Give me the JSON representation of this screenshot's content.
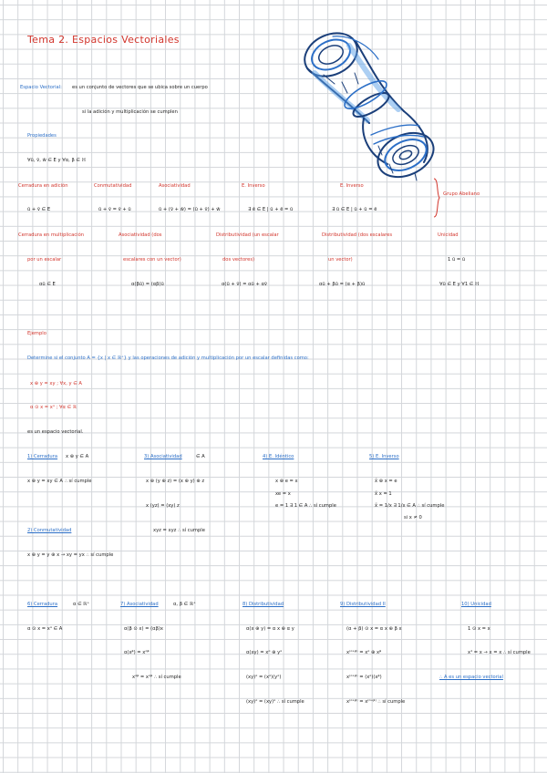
{
  "title": "Tema 2. Espacios Vectoriales",
  "definition": {
    "term": "Espacio Vectorial:",
    "line1": "es un conjunto de vectores que se ubica sobre un cuerpo",
    "line2": "si la adición y multiplicación se cumplen"
  },
  "properties_heading": "Propiedades",
  "quantifiers": "∀ū, v̄, w̄ ∈ E y ∀α, β ∈ ℍ",
  "props_row1": [
    {
      "name": "Cerradura en adición",
      "formula": "ū + v̄ ∈ E"
    },
    {
      "name": "Conmutatividad",
      "formula": "ū + v̄ = v̄ + ū"
    },
    {
      "name": "Asociatividad",
      "formula": "ū + (v̄ + w̄) = (ū + v̄) + w̄"
    },
    {
      "name": "E. Inverso",
      "formula": "∃ ē ∈ E | ū + ē = ū"
    },
    {
      "name": "E. Inverso",
      "formula": "∃ ū ∈ E | ū + ū = ē"
    }
  ],
  "brace_label": "Grupo Abeliano",
  "props_row2": [
    {
      "name": "Cerradura en multiplicación",
      "name2": "por un escalar",
      "formula": "αū ∈ E"
    },
    {
      "name": "Asociatividad (dos",
      "name2": "escalares con un vector)",
      "formula": "α(βū) = (αβ)ū"
    },
    {
      "name": "Distributividad (un escalar",
      "name2": "dos vectores)",
      "formula": "α(ū + v̄) = αū + αv̄"
    },
    {
      "name": "Distributividad (dos escalares",
      "name2": "un vector)",
      "formula": "αū + βū = (α + β)ū"
    },
    {
      "name": "Unicidad",
      "name2": "1 ū = ū",
      "formula": "∀ū ∈ E y ∀1 ∈ ℍ"
    }
  ],
  "example": {
    "heading": "Ejemplo",
    "statement": "Determine si el conjunto A = {x | x ∈ ℝ⁺} y las operaciones de adición y multiplicación por un escalar definidas como:",
    "op1": "x ⊕ y = xy ; ∀x, y ∈ A",
    "op2": "α ⊙ x = xᵅ ; ∀α ∈ ℝ",
    "conclusion_line": "es un espacio vectorial.",
    "part1": [
      {
        "label": "1) Cerradura",
        "label2": "x ⊕ y ∈ A",
        "lines": [
          "x ⊕ y = xy ∈ A ∴ sí cumple"
        ]
      },
      {
        "label": "3) Asociatividad",
        "label2": "∈ A",
        "lines": [
          "x ⊕ (y ⊕ z) = (x ⊕ y) ⊕ z",
          "x (yz) = (xy) z",
          "xyz = xyz ∴ sí cumple"
        ]
      },
      {
        "label": "4) E. Idéntico",
        "label2": "",
        "lines": [
          "x ⊕ e = x",
          "xe = x",
          "e = 1 ∃ 1 ∈ A ∴ sí cumple"
        ]
      },
      {
        "label": "5) E. Inverso",
        "label2": "",
        "lines": [
          "x̃ ⊕ x = e",
          "x̃ x = 1",
          "x̃ = 1/x ∃ 1/x ∈ A ∴ sí cumple",
          "si x ≠ 0"
        ]
      }
    ],
    "commut": {
      "label": "2) Conmutatividad",
      "line": "x ⊕ y = y ⊕ x → xy = yx ∴ sí cumple"
    },
    "part2": [
      {
        "label": "6) Cerradura",
        "label2": "α ∈ ℝ⁺",
        "lines": [
          "α ⊙ x = xᵅ ∈ A"
        ]
      },
      {
        "label": "7) Asociatividad",
        "label2": "α, β ∈ ℝ⁺",
        "lines": [
          "α(β ⊙ x) = (αβ)x",
          "α(xᵝ) = xᵅᵝ",
          "xᵅᵝ = xᵅᵝ ∴ sí cumple"
        ]
      },
      {
        "label": "8) Distributividad",
        "label2": "",
        "lines": [
          "α(x ⊕ y) = α x ⊕ α y",
          "α(xy) = xᵅ ⊕ yᵅ",
          "(xy)ᵅ = (xᵅ)(yᵅ)",
          "(xy)ᵅ = (xy)ᵅ ∴ sí cumple"
        ]
      },
      {
        "label": "9) Distributividad II",
        "label2": "",
        "lines": [
          "(α + β) ⊙ x = α x ⊕ β x",
          "x⁽ᵅ⁺ᵝ⁾ = xᵅ ⊕ xᵝ",
          "x⁽ᵅ⁺ᵝ⁾ = (xᵅ)(xᵝ)",
          "x⁽ᵅ⁺ᵝ⁾ = x⁽ᵅ⁺ᵝ⁾ ∴ sí cumple"
        ]
      },
      {
        "label": "10) Unicidad",
        "label2": "",
        "lines": [
          "1 ⊙ x = x",
          "x¹ = x → x = x ∴ sí cumple"
        ]
      }
    ],
    "final": "∴ A es un espacio vectorial"
  }
}
